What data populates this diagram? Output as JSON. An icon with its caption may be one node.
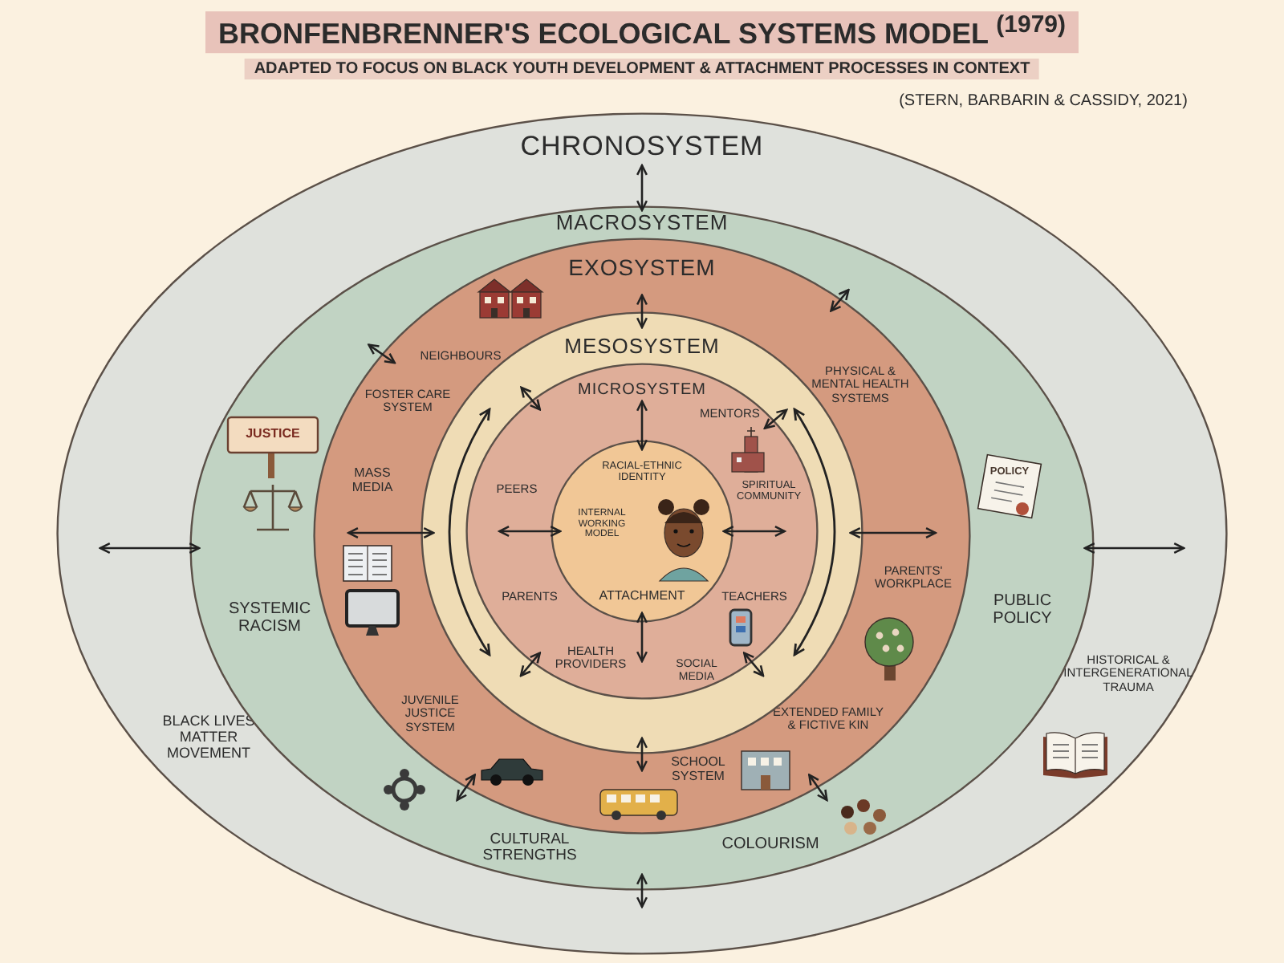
{
  "diagram": {
    "title": "BRONFENBRENNER'S ECOLOGICAL SYSTEMS MODEL $^{(1979)}$",
    "nodes": [
      {
        "text": [
          "CHRONOSYSTEM",
          "BLACK LIVES MATTER MOVEMENT",
          "HISTORICAL & INTERGENERATIONAL TRAUMA"
        ]
      },
      {
        "text": [
          "MACROSYSTEM",
          "SYSTEMIC RACISM",
          "PUBLIC POLICY",
          "CULTURAL STRENGTHS",
          "COLOURISM"
        ],
        "in": 0
      },
      {
        "text": [
          "EXOSYSTEM",
          "NEIGHBOURS",
          "PHYSICAL & MENTAL HEALTH SYSTEMS",
          "FOSTER CARE SYSTEM",
          "MASS MEDIA",
          "PARENTS' WORKPLACE",
          "JUVENILE JUSTICE SYSTEM",
          "SCHOOL SYSTEM",
          "EXTENDED FAMILY & FICTIVE KIN"
        ],
        "in": 1
      },
      {
        "text": [
          "MESOSYSTEM"
        ],
        "in": 2
      },
      {
        "text": [
          "MICROSYSTEM",
          "MENTORS",
          "PEERS",
          "SPIRITUAL COMMUNITY",
          "PARENTS",
          "TEACHERS",
          "HEALTH PROVIDERS",
          "SOCIAL MEDIA"
        ],
        "in": 3
      },
      {
        "text": [
          "RACIAL-ETHNIC IDENTITY",
          "INTERNAL WORKING MODEL",
          "ATTACHMENT"
        ],
        "in": 4
      }
    ],
    "edges": [
      {
        "from": 0,
        "to": 1,
        "arrow": "both"
      },
      {
        "from": 0,
        "to": 1,
        "arrow": "both"
      },
      {
        "from": 0,
        "to": 1,
        "arrow": "both"
      },
      {
        "from": 0,
        "to": 1,
        "arrow": "both"
      },
      {
        "from": 1,
        "to": 2,
        "arrow": "both"
      },
      {
        "from": 1,
        "to": 2,
        "arrow": "both"
      },
      {
        "from": 1,
        "to": 2,
        "arrow": "both"
      },
      {
        "from": 1,
        "to": 2,
        "arrow": "both"
      },
      {
        "from": 2,
        "to": 3,
        "arrow": "both"
      },
      {
        "from": 2,
        "to": 3,
        "arrow": "both"
      },
      {
        "from": 2,
        "to": 3,
        "arrow": "both"
      },
      {
        "from": 2,
        "to": 3,
        "arrow": "both"
      },
      {
        "from": 3,
        "to": 4,
        "arrow": "both"
      },
      {
        "from": 3,
        "to": 4,
        "arrow": "both"
      },
      {
        "from": 3,
        "to": 4,
        "arrow": "both"
      },
      {
        "from": 3,
        "to": 4,
        "arrow": "both"
      },
      {
        "from": 4,
        "to": 5,
        "arrow": "both"
      },
      {
        "from": 4,
        "to": 5,
        "arrow": "both"
      },
      {
        "from": 4,
        "to": 5,
        "arrow": "both"
      },
      {
        "from": 4,
        "to": 5,
        "arrow": "both"
      }
    ],
    "labels": [
      "ADAPTED TO FOCUS ON BLACK YOUTH DEVELOPMENT & ATTACHMENT PROCESSES IN CONTEXT",
      "(STERN, BARBARIN & CASSIDY, 2021)",
      "JUSTICE",
      "POLICY"
    ]
  }
}
